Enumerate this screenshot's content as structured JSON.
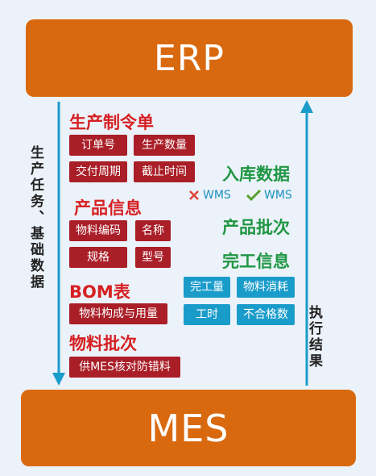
{
  "erp": "ERP",
  "mes": "MES",
  "left_label": "生产任务、基础数据",
  "right_label": "执行结果",
  "left": {
    "production_order": {
      "title": "生产制令单",
      "tags": [
        "订单号",
        "生产数量",
        "交付周期",
        "截止时间"
      ]
    },
    "product_info": {
      "title": "产品信息",
      "tags": [
        "物料编码",
        "名称",
        "规格",
        "型号"
      ]
    },
    "bom": {
      "title": "BOM表",
      "tags": [
        "物料构成与用量"
      ]
    },
    "material_batch": {
      "title": "物料批次",
      "tags": [
        "供MES核对防错料"
      ]
    }
  },
  "right": {
    "inbound": {
      "title": "入库数据",
      "wms_no": "WMS",
      "wms_yes": "WMS"
    },
    "batch": {
      "title": "产品批次"
    },
    "completion": {
      "title": "完工信息",
      "tags": [
        "完工量",
        "物料消耗",
        "工时",
        "不合格数"
      ]
    }
  },
  "colors": {
    "orange": "#d9690f",
    "red_tag": "#a91e27",
    "blue_tag": "#1a9ccb",
    "red_text": "#d62023",
    "green_text": "#1f9744",
    "arrow": "#1a9ccb"
  }
}
